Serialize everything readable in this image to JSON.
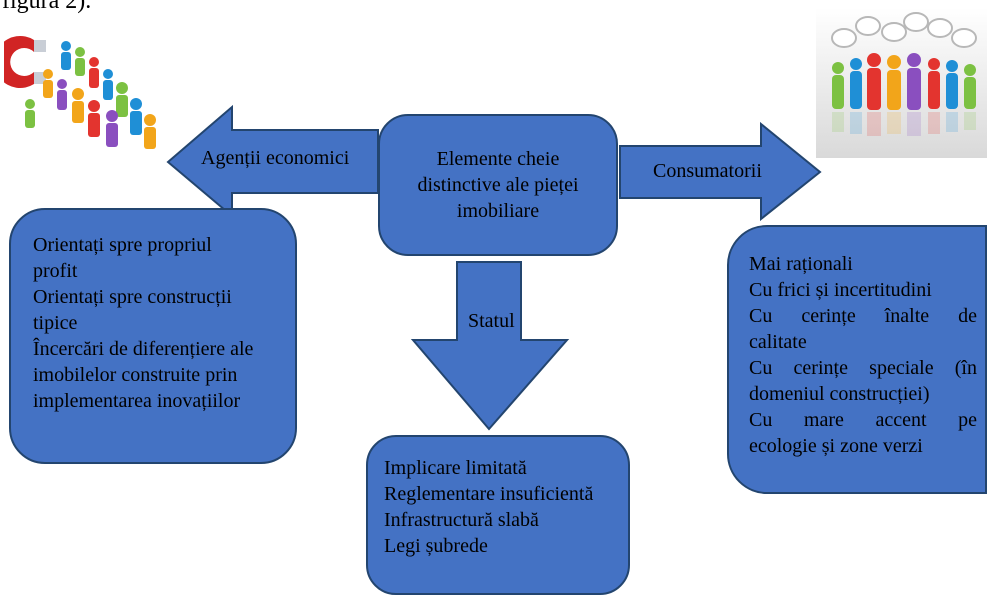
{
  "caption_fragment": "figura 2).",
  "center": {
    "text": "Elemente cheie distinctive ale pieței imobiliare"
  },
  "arrows": {
    "left": "Agenții economici",
    "right": "Consumatorii",
    "down": "Statul"
  },
  "left_box": {
    "lines": [
      "Orientați spre propriul",
      "profit",
      "Orientați spre construcții",
      "tipice",
      "Încercări de diferențiere ale",
      "imobilelor construite prin",
      "implementarea inovațiilor"
    ]
  },
  "bottom_box": {
    "lines": [
      "Implicare limitată",
      "Reglementare insuficientă",
      "Infrastructură slabă",
      "Legi șubrede"
    ]
  },
  "right_box": {
    "lines": [
      "Mai raționali",
      "Cu frici și incertitudini",
      "Cu cerințe înalte de",
      "calitate",
      "Cu cerințe speciale (în",
      "domeniul construcției)",
      "Cu mare accent pe",
      "ecologie și zone verzi"
    ]
  },
  "images": {
    "left": "magnet-attracting-crowd-image",
    "right": "crowd-with-speech-bubbles-image"
  },
  "colors": {
    "shape_fill": "#4472c4",
    "shape_border": "#23456f"
  }
}
